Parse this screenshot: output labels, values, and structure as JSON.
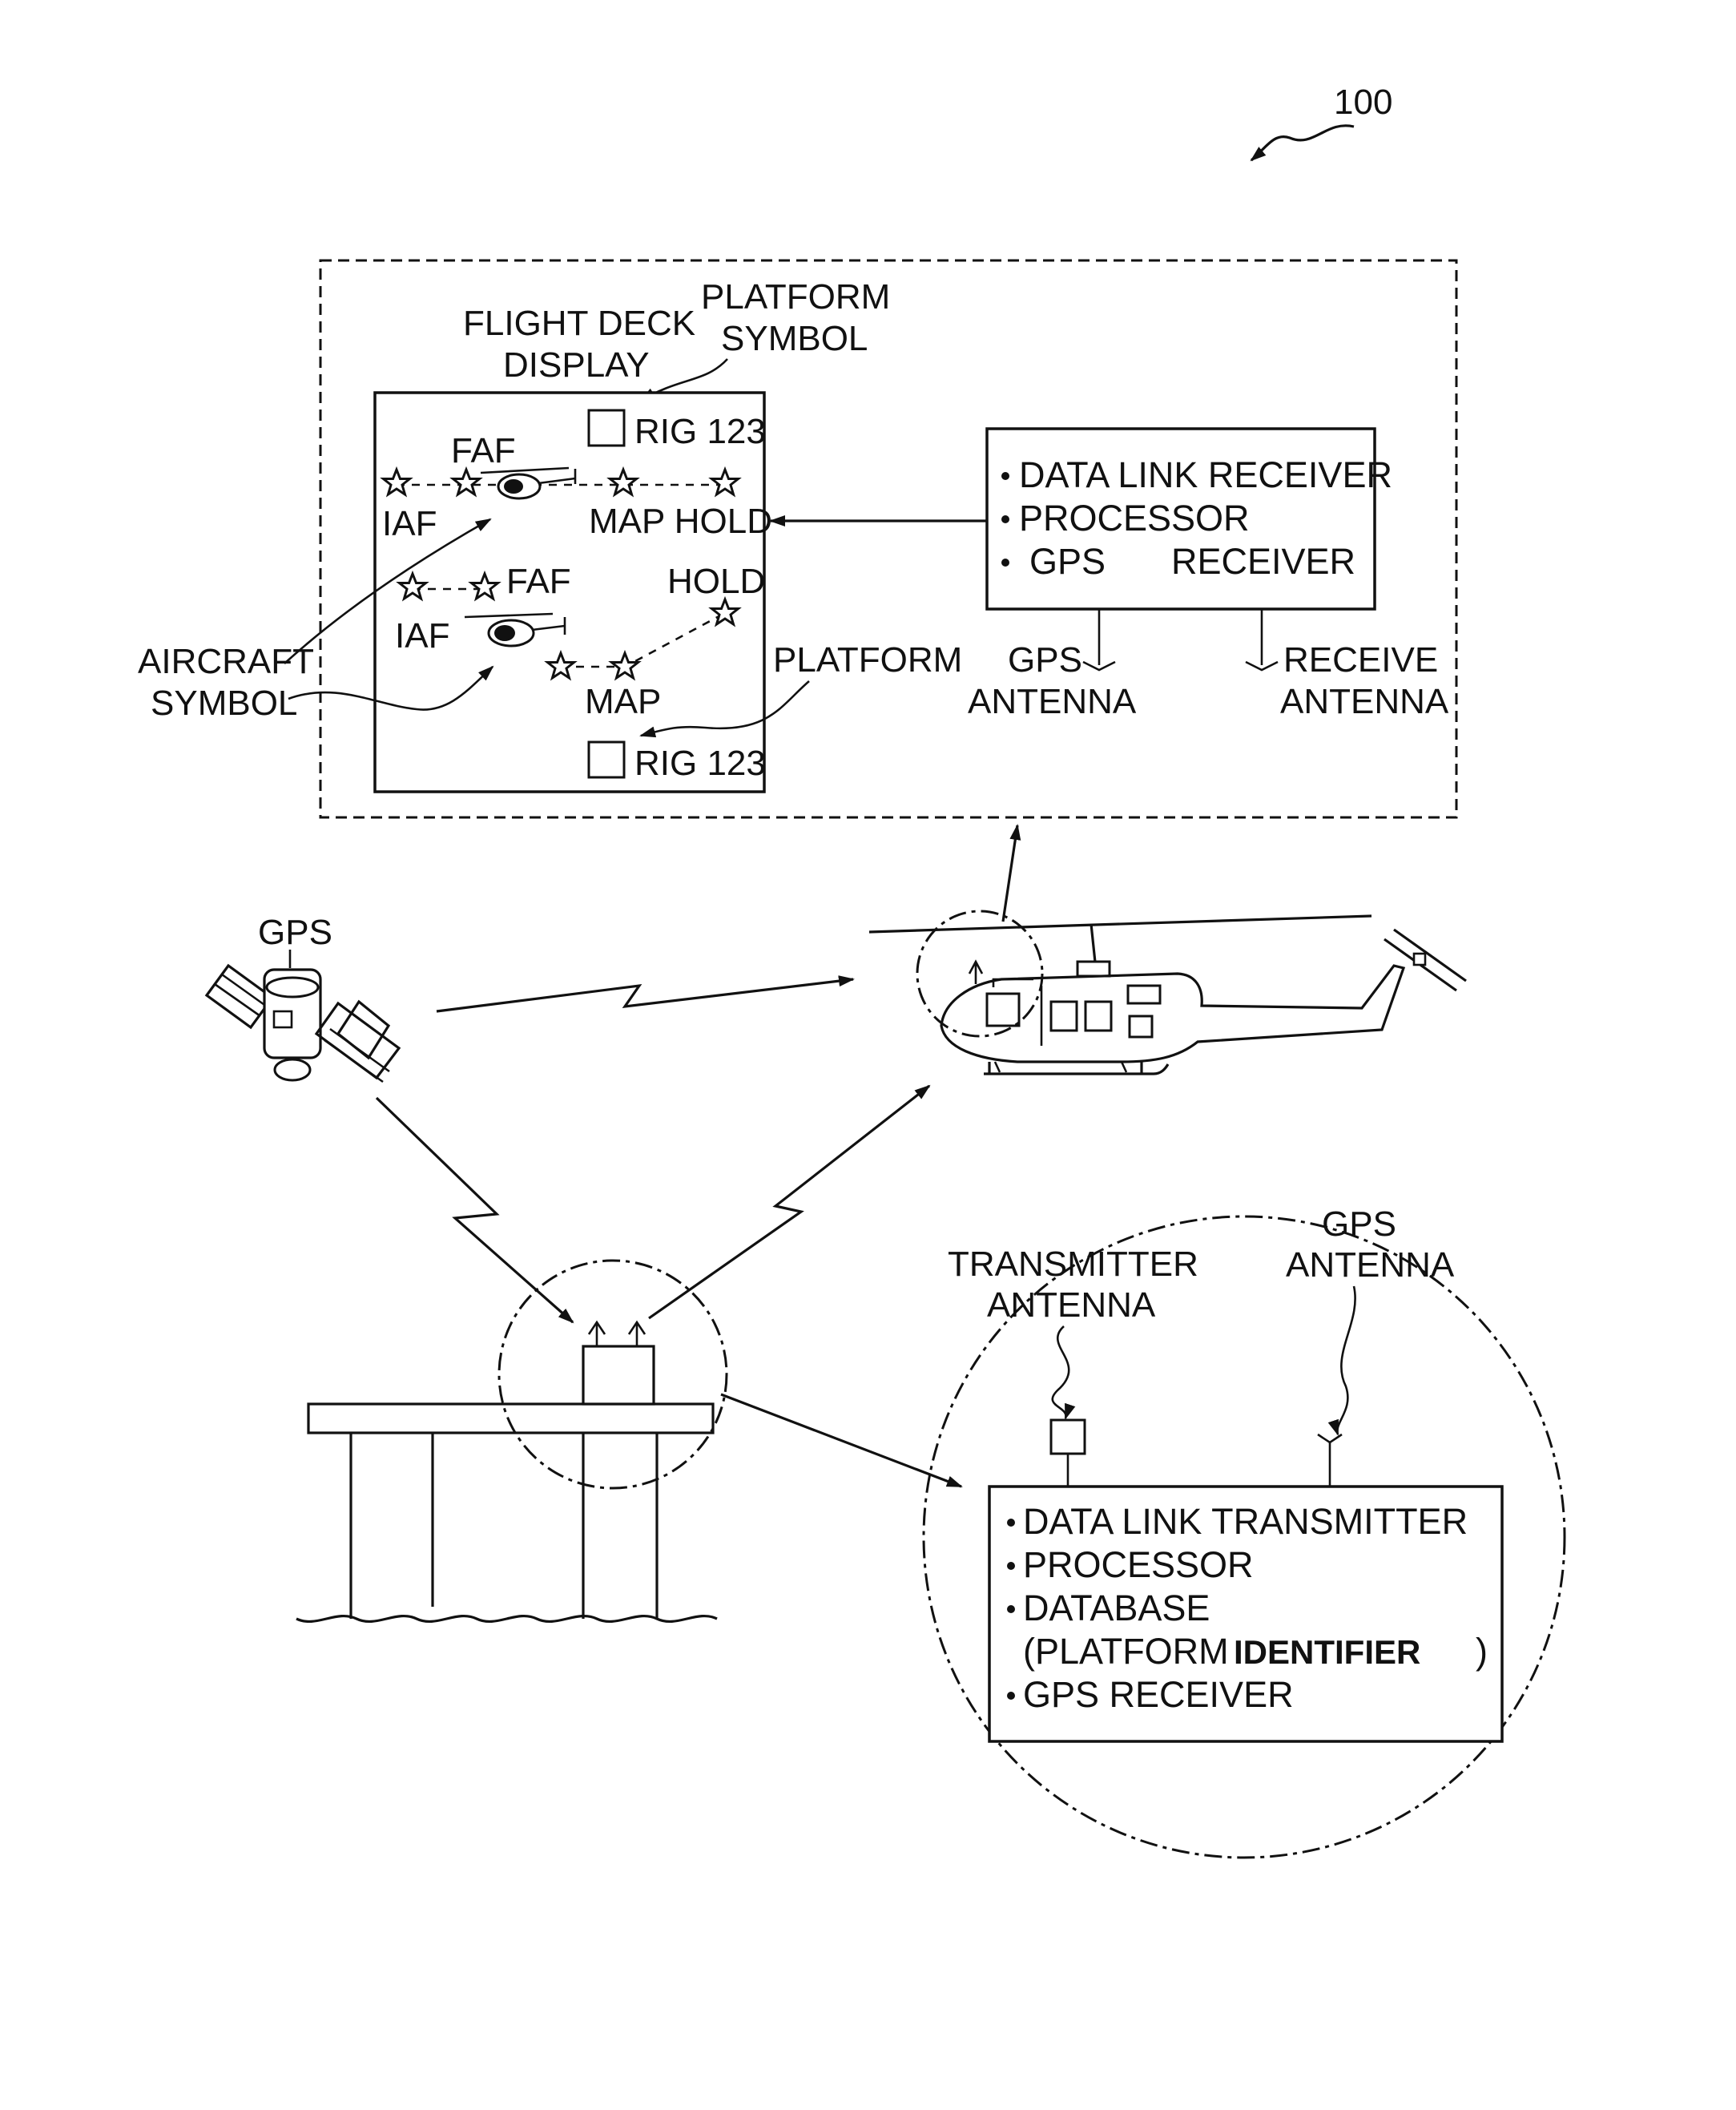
{
  "ref_numeral": "100",
  "display_box": {
    "title_line1": "FLIGHT DECK",
    "title_line2": "DISPLAY",
    "platform_symbol_line1": "PLATFORM",
    "platform_symbol_line2": "SYMBOL",
    "top_map": {
      "faf": "FAF",
      "iaf": "IAF",
      "map_hold": "MAP HOLD",
      "rig": "RIG 123"
    },
    "bottom_map": {
      "faf": "FAF",
      "iaf": "IAF",
      "hold": "HOLD",
      "map": "MAP",
      "rig": "RIG 123"
    },
    "aircraft_symbol_line1": "AIRCRAFT",
    "aircraft_symbol_line2": "SYMBOL",
    "platform_label": "PLATFORM"
  },
  "receiver_box": {
    "item1": "DATA LINK RECEIVER",
    "item2": "PROCESSOR",
    "item3_gps": "GPS",
    "item3_receiver": "RECEIVER",
    "gps_antenna_line1": "GPS",
    "gps_antenna_line2": "ANTENNA",
    "receive_antenna_line1": "RECEIVE",
    "receive_antenna_line2": "ANTENNA"
  },
  "satellite_label": "GPS",
  "transmitter": {
    "transmitter_antenna_line1": "TRANSMITTER",
    "transmitter_antenna_line2": "ANTENNA",
    "gps_antenna_line1": "GPS",
    "gps_antenna_line2": "ANTENNA",
    "item1": "DATA LINK TRANSMITTER",
    "item2": "PROCESSOR",
    "item3": "DATABASE",
    "item3_sub_a": "(PLATFORM",
    "item3_sub_b": "IDENTIFIER",
    "item3_sub_c": ")",
    "item4": "GPS RECEIVER"
  }
}
